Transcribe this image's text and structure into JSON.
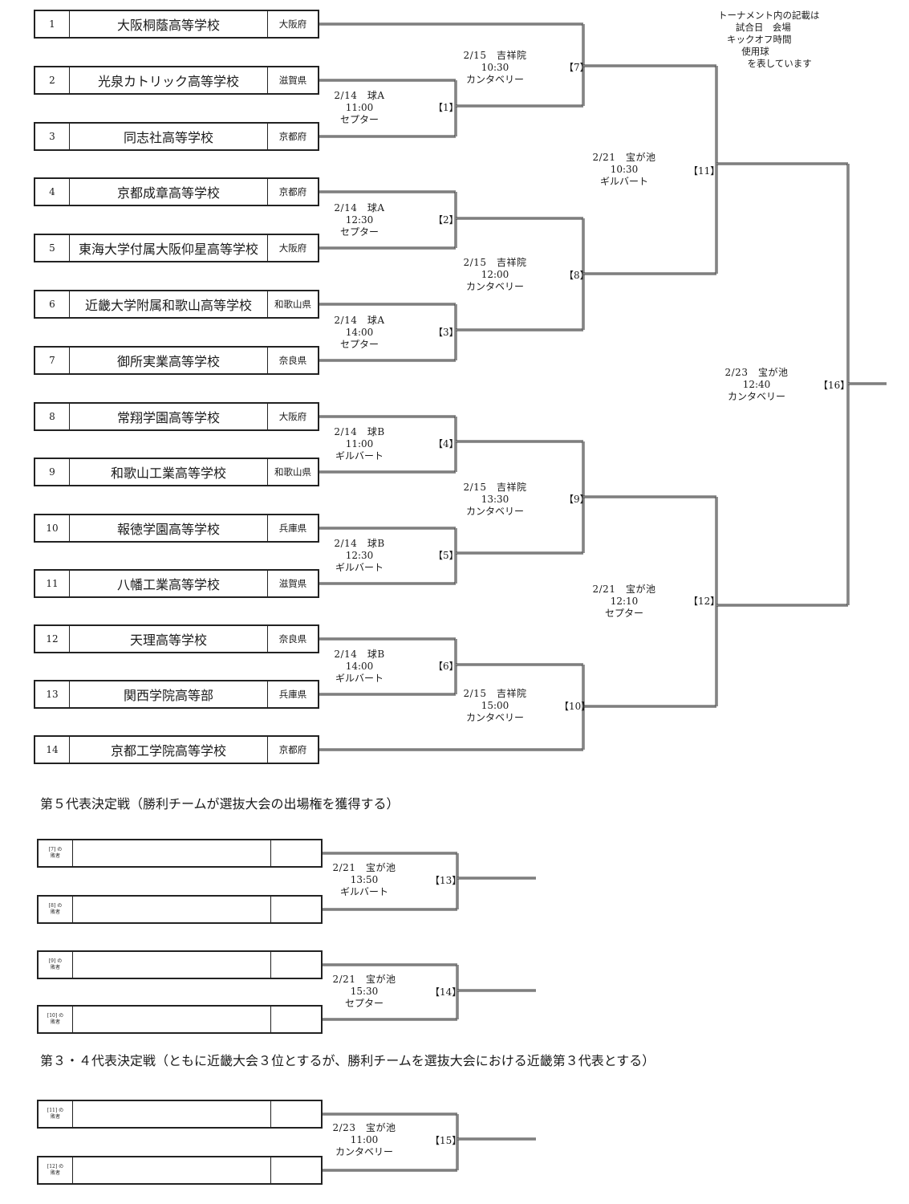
{
  "legend": {
    "lines": [
      "トーナメント内の記載は",
      "      試合日　会場",
      "   キックオフ時間",
      "        使用球",
      "          を表しています"
    ]
  },
  "teams": [
    {
      "seed": "1",
      "name": "大阪桐蔭高等学校",
      "pref": "大阪府"
    },
    {
      "seed": "2",
      "name": "光泉カトリック高等学校",
      "pref": "滋賀県"
    },
    {
      "seed": "3",
      "name": "同志社高等学校",
      "pref": "京都府"
    },
    {
      "seed": "4",
      "name": "京都成章高等学校",
      "pref": "京都府"
    },
    {
      "seed": "5",
      "name": "東海大学付属大阪仰星高等学校",
      "pref": "大阪府"
    },
    {
      "seed": "6",
      "name": "近畿大学附属和歌山高等学校",
      "pref": "和歌山県"
    },
    {
      "seed": "7",
      "name": "御所実業高等学校",
      "pref": "奈良県"
    },
    {
      "seed": "8",
      "name": "常翔学園高等学校",
      "pref": "大阪府"
    },
    {
      "seed": "9",
      "name": "和歌山工業高等学校",
      "pref": "和歌山県"
    },
    {
      "seed": "10",
      "name": "報徳学園高等学校",
      "pref": "兵庫県"
    },
    {
      "seed": "11",
      "name": "八幡工業高等学校",
      "pref": "滋賀県"
    },
    {
      "seed": "12",
      "name": "天理高等学校",
      "pref": "奈良県"
    },
    {
      "seed": "13",
      "name": "関西学院高等部",
      "pref": "兵庫県"
    },
    {
      "seed": "14",
      "name": "京都工学院高等学校",
      "pref": "京都府"
    }
  ],
  "matches": [
    {
      "num": "【1】",
      "date": "2/14",
      "venue": "球A",
      "time": "11:00",
      "ball": "セプター"
    },
    {
      "num": "【2】",
      "date": "2/14",
      "venue": "球A",
      "time": "12:30",
      "ball": "セプター"
    },
    {
      "num": "【3】",
      "date": "2/14",
      "venue": "球A",
      "time": "14:00",
      "ball": "セプター"
    },
    {
      "num": "【4】",
      "date": "2/14",
      "venue": "球B",
      "time": "11:00",
      "ball": "ギルバート"
    },
    {
      "num": "【5】",
      "date": "2/14",
      "venue": "球B",
      "time": "12:30",
      "ball": "ギルバート"
    },
    {
      "num": "【6】",
      "date": "2/14",
      "venue": "球B",
      "time": "14:00",
      "ball": "ギルバート"
    },
    {
      "num": "【7】",
      "date": "2/15",
      "venue": "吉祥院",
      "time": "10:30",
      "ball": "カンタベリー"
    },
    {
      "num": "【8】",
      "date": "2/15",
      "venue": "吉祥院",
      "time": "12:00",
      "ball": "カンタベリー"
    },
    {
      "num": "【9】",
      "date": "2/15",
      "venue": "吉祥院",
      "time": "13:30",
      "ball": "カンタベリー"
    },
    {
      "num": "【10】",
      "date": "2/15",
      "venue": "吉祥院",
      "time": "15:00",
      "ball": "カンタベリー"
    },
    {
      "num": "【11】",
      "date": "2/21",
      "venue": "宝が池",
      "time": "10:30",
      "ball": "ギルバート"
    },
    {
      "num": "【12】",
      "date": "2/21",
      "venue": "宝が池",
      "time": "12:10",
      "ball": "セプター"
    },
    {
      "num": "【13】",
      "date": "2/21",
      "venue": "宝が池",
      "time": "13:50",
      "ball": "ギルバート"
    },
    {
      "num": "【14】",
      "date": "2/21",
      "venue": "宝が池",
      "time": "15:30",
      "ball": "セプター"
    },
    {
      "num": "【15】",
      "date": "2/23",
      "venue": "宝が池",
      "time": "11:00",
      "ball": "カンタベリー"
    },
    {
      "num": "【16】",
      "date": "2/23",
      "venue": "宝が池",
      "time": "12:40",
      "ball": "カンタベリー"
    }
  ],
  "fifth_place": {
    "title": "第５代表決定戦（勝利チームが選抜大会の出場権を獲得する）",
    "slots": [
      {
        "label1": "[7] の",
        "label2": "敗者"
      },
      {
        "label1": "[8] の",
        "label2": "敗者"
      },
      {
        "label1": "[9] の",
        "label2": "敗者"
      },
      {
        "label1": "[10] の",
        "label2": "敗者"
      }
    ]
  },
  "third_place": {
    "title": "第３・４代表決定戦（ともに近畿大会３位とするが、勝利チームを選抜大会における近畿第３代表とする）",
    "slots": [
      {
        "label1": "[11] の",
        "label2": "敗者"
      },
      {
        "label1": "[12] の",
        "label2": "敗者"
      }
    ]
  }
}
